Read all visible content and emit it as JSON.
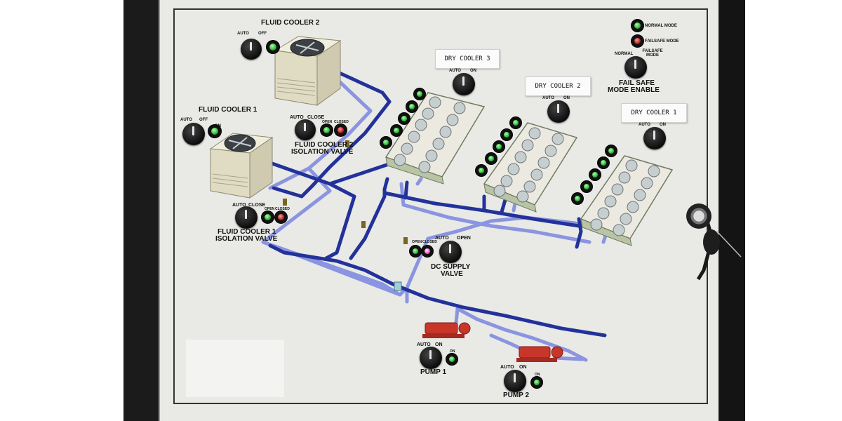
{
  "panel": {
    "fluid_cooler_2": {
      "title": "FLUID COOLER 2",
      "auto": "AUTO",
      "off": "OFF"
    },
    "fluid_cooler_1": {
      "title": "FLUID COOLER 1",
      "auto": "AUTO",
      "off": "OFF",
      "on": "ON"
    },
    "fc2_isolation": {
      "line1": "FLUID COOLER 2",
      "line2": "ISOLATION VALVE",
      "auto": "AUTO",
      "close": "CLOSE",
      "open": "OPEN",
      "closed": "CLOSED"
    },
    "fc1_isolation": {
      "line1": "FLUID COOLER 1",
      "line2": "ISOLATION VALVE",
      "auto": "AUTO",
      "close": "CLOSE",
      "open": "OPEN",
      "closed": "CLOSED"
    },
    "dry_cooler_3": {
      "tag": "DRY COOLER 3",
      "auto": "AUTO",
      "on": "ON"
    },
    "dry_cooler_2": {
      "tag": "DRY COOLER 2",
      "auto": "AUTO",
      "on": "ON"
    },
    "dry_cooler_1": {
      "tag": "DRY COOLER 1",
      "auto": "AUTO",
      "on": "ON"
    },
    "failsafe": {
      "normal_mode": "NORMAL MODE",
      "failsafe_mode": "FAILSAFE MODE",
      "normal": "NORMAL",
      "failsafe": "FAILSAFE MODE",
      "line1": "FAIL SAFE",
      "line2": "MODE ENABLE"
    },
    "dc_supply": {
      "line1": "DC SUPPLY",
      "line2": "VALVE",
      "auto": "AUTO",
      "open_sw": "OPEN",
      "open": "OPEN",
      "closed": "CLOSED"
    },
    "pump_1": {
      "title": "PUMP 1",
      "auto": "AUTO",
      "on": "ON",
      "lamp": "ON"
    },
    "pump_2": {
      "title": "PUMP 2",
      "auto": "AUTO",
      "on": "ON",
      "lamp": "ON"
    }
  },
  "colors": {
    "pipe_dark": "#22329a",
    "pipe_light": "#8a94e0",
    "lamp_green": "#1faa2a",
    "lamp_red": "#b01010",
    "cooler_body": "#e6e3cf",
    "pump_red": "#c8362a"
  }
}
